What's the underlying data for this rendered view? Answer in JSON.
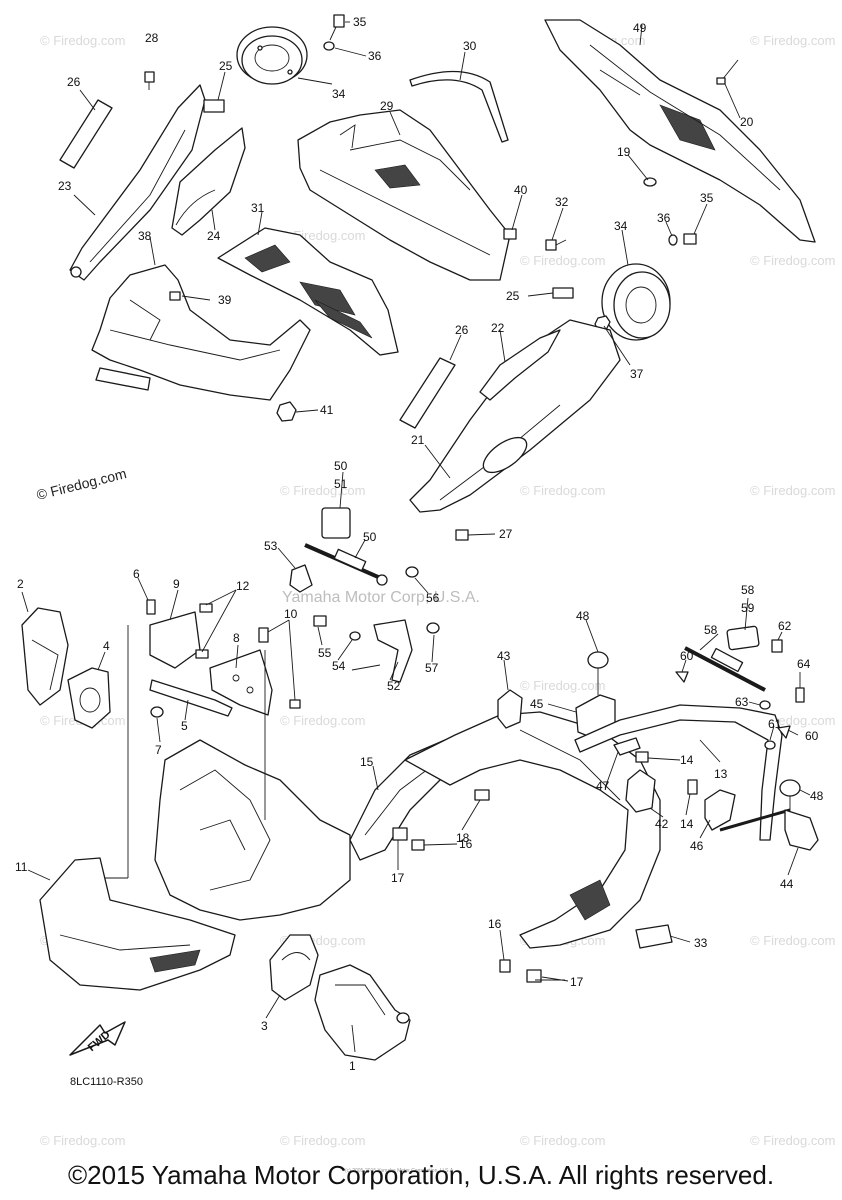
{
  "watermark": "© Firedog.com",
  "center_watermark": "Yamaha Motor Corp, U.S.A.",
  "diagram_code": "8LC1110-R350",
  "fwd_label": "FWD",
  "fine_print": "(c) 2005-2015 Yamaha Motor Corporation, U.S.A.",
  "copyright_footer": "©2015 Yamaha Motor Corporation, U.S.A. All rights reserved.",
  "callouts": [
    "1",
    "2",
    "3",
    "4",
    "5",
    "6",
    "7",
    "8",
    "9",
    "10",
    "11",
    "12",
    "13",
    "14",
    "14",
    "15",
    "16",
    "16",
    "17",
    "17",
    "18",
    "19",
    "20",
    "21",
    "22",
    "23",
    "24",
    "25",
    "25",
    "26",
    "26",
    "27",
    "28",
    "29",
    "30",
    "31",
    "32",
    "33",
    "34",
    "34",
    "35",
    "35",
    "36",
    "36",
    "37",
    "38",
    "39",
    "40",
    "41",
    "42",
    "43",
    "44",
    "45",
    "46",
    "47",
    "48",
    "48",
    "49",
    "50",
    "50",
    "51",
    "52",
    "53",
    "54",
    "55",
    "56",
    "57",
    "58",
    "58",
    "59",
    "60",
    "60",
    "61",
    "62",
    "63",
    "64"
  ]
}
